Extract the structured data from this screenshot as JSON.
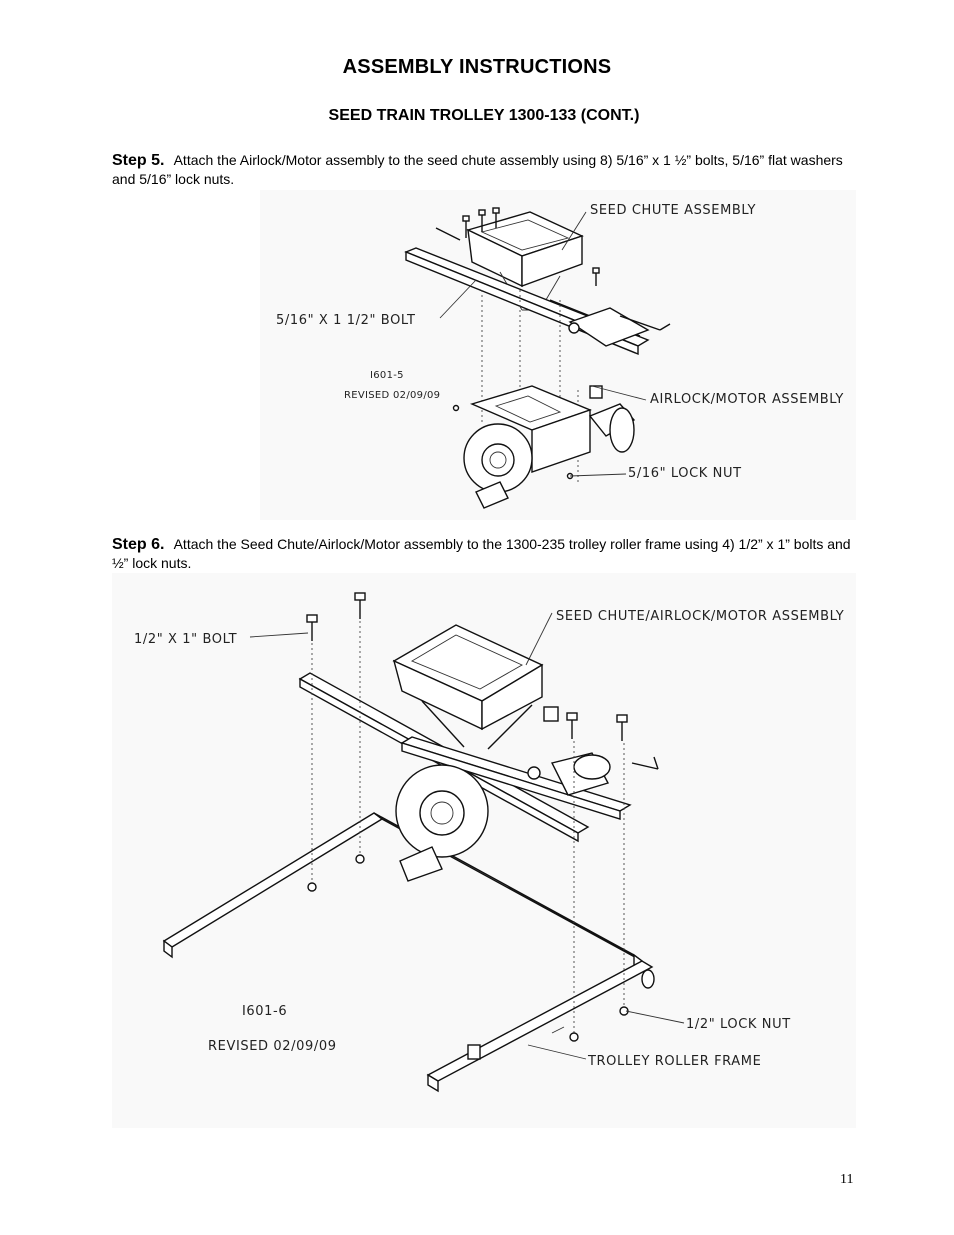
{
  "header": {
    "title": "ASSEMBLY INSTRUCTIONS",
    "subtitle": "SEED TRAIN TROLLEY 1300-133 (CONT.)"
  },
  "steps": [
    {
      "label": "Step 5.",
      "text": "Attach the Airlock/Motor assembly to the seed chute assembly using 8) 5/16” x 1 ½” bolts, 5/16” flat washers and 5/16” lock nuts."
    },
    {
      "label": "Step 6.",
      "text": "Attach the Seed Chute/Airlock/Motor assembly to the 1300-235 trolley roller frame using 4) 1/2” x 1” bolts and ½” lock nuts."
    }
  ],
  "figure1": {
    "callouts": {
      "seed_chute": "SEED CHUTE ASSEMBLY",
      "bolt": "5/16\" X 1 1/2\" BOLT",
      "airlock": "AIRLOCK/MOTOR ASSEMBLY",
      "lock_nut": "5/16\" LOCK NUT"
    },
    "drawing_id": "I601-5",
    "revised": "REVISED 02/09/09"
  },
  "figure2": {
    "callouts": {
      "assembly": "SEED CHUTE/AIRLOCK/MOTOR ASSEMBLY",
      "bolt": "1/2\" X 1\" BOLT",
      "lock_nut": "1/2\" LOCK NUT",
      "frame": "TROLLEY ROLLER FRAME"
    },
    "drawing_id": "I601-6",
    "revised": "REVISED 02/09/09"
  },
  "footer": {
    "page_number": "11"
  }
}
